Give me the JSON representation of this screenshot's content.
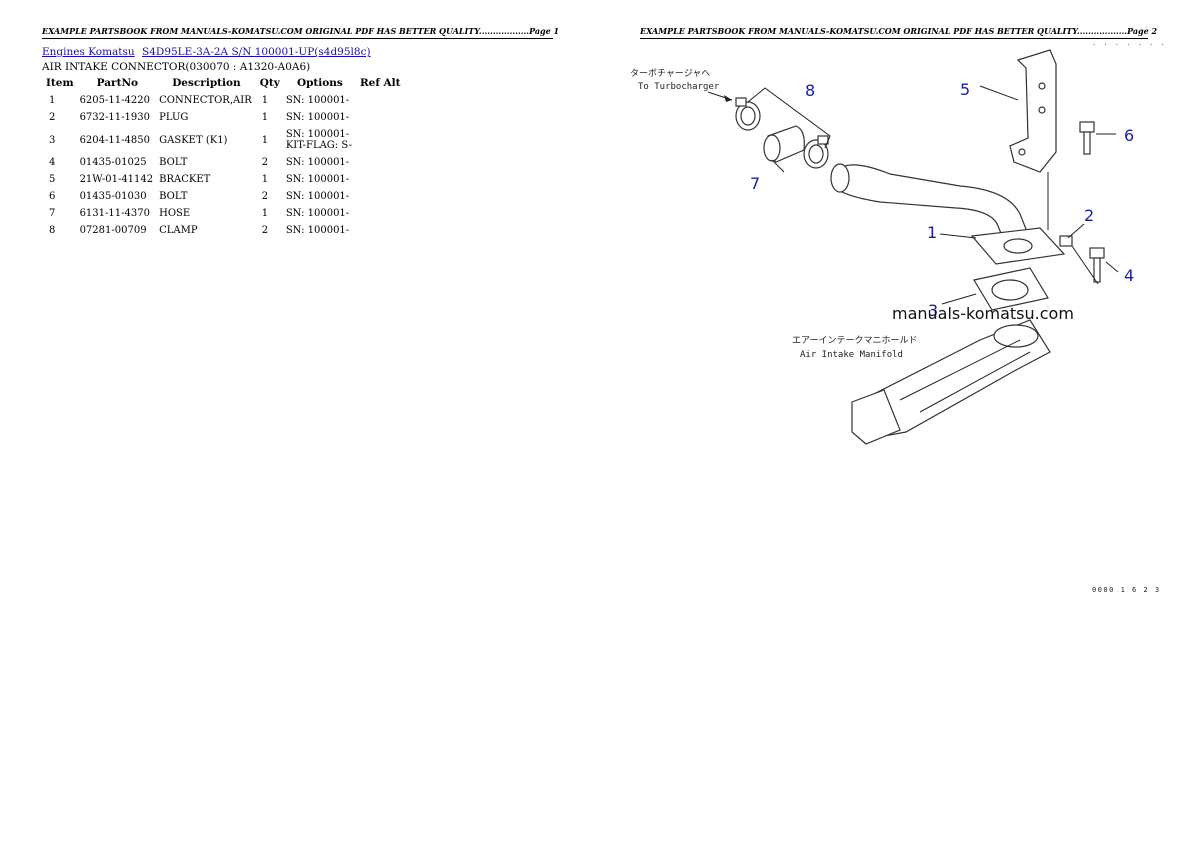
{
  "headers": {
    "page1": "EXAMPLE PARTSBOOK FROM MANUALS-KOMATSU.COM ORIGINAL PDF HAS BETTER QUALITY..................Page 1",
    "page2": "EXAMPLE PARTSBOOK FROM MANUALS-KOMATSU.COM ORIGINAL PDF HAS BETTER QUALITY..................Page 2"
  },
  "breadcrumb": {
    "link1": "Engines Komatsu",
    "link2": "S4D95LE-3A-2A S/N 100001-UP(s4d95l8c)"
  },
  "section_title": "AIR INTAKE CONNECTOR(030070 : A1320-A0A6)",
  "table": {
    "headers": {
      "item": "Item",
      "partno": "PartNo",
      "description": "Description",
      "qty": "Qty",
      "options": "Options",
      "refalt": "Ref Alt"
    },
    "rows": [
      {
        "item": "1",
        "partno": "6205-11-4220",
        "description": "CONNECTOR,AIR",
        "qty": "1",
        "options": [
          "SN: 100001-"
        ]
      },
      {
        "item": "2",
        "partno": "6732-11-1930",
        "description": "PLUG",
        "qty": "1",
        "options": [
          "SN: 100001-"
        ]
      },
      {
        "item": "3",
        "partno": "6204-11-4850",
        "description": "GASKET (K1)",
        "qty": "1",
        "options": [
          "SN: 100001-",
          "KIT-FLAG: S-"
        ]
      },
      {
        "item": "4",
        "partno": "01435-01025",
        "description": "BOLT",
        "qty": "2",
        "options": [
          "SN: 100001-"
        ]
      },
      {
        "item": "5",
        "partno": "21W-01-41142",
        "description": "BRACKET",
        "qty": "1",
        "options": [
          "SN: 100001-"
        ]
      },
      {
        "item": "6",
        "partno": "01435-01030",
        "description": "BOLT",
        "qty": "2",
        "options": [
          "SN: 100001-"
        ]
      },
      {
        "item": "7",
        "partno": "6131-11-4370",
        "description": "HOSE",
        "qty": "1",
        "options": [
          "SN: 100001-"
        ]
      },
      {
        "item": "8",
        "partno": "07281-00709",
        "description": "CLAMP",
        "qty": "2",
        "options": [
          "SN: 100001-"
        ]
      }
    ]
  },
  "diagram": {
    "callouts": [
      "1",
      "2",
      "3",
      "4",
      "5",
      "6",
      "7",
      "8"
    ],
    "jp_turbo": "ターボチャージャへ",
    "en_turbo": "To Turbocharger",
    "jp_manifold": "エアーインテークマニホールド",
    "en_manifold": "Air Intake Manifold",
    "watermark": "manuals-komatsu.com",
    "picture_code": "0000 1 6 2 3",
    "picture_code_top": "· · · · · · ·"
  }
}
